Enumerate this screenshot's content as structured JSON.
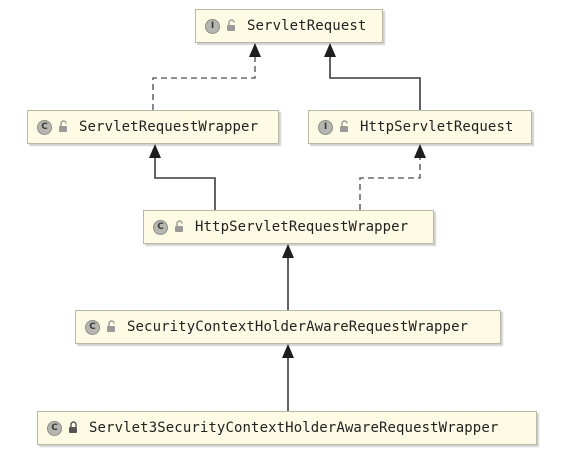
{
  "diagram": {
    "nodes": [
      {
        "id": "servlet-request",
        "kind": "I",
        "visibility": "public",
        "name": "ServletRequest"
      },
      {
        "id": "servlet-request-wrapper",
        "kind": "C",
        "visibility": "public",
        "name": "ServletRequestWrapper"
      },
      {
        "id": "http-servlet-request",
        "kind": "I",
        "visibility": "public",
        "name": "HttpServletRequest"
      },
      {
        "id": "http-servlet-request-wrapper",
        "kind": "C",
        "visibility": "public",
        "name": "HttpServletRequestWrapper"
      },
      {
        "id": "security-context-holder-aware-request-wrapper",
        "kind": "C",
        "visibility": "public",
        "name": "SecurityContextHolderAwareRequestWrapper"
      },
      {
        "id": "servlet3-security-context-holder-aware-request-wrapper",
        "kind": "C",
        "visibility": "package-private",
        "name": "Servlet3SecurityContextHolderAwareRequestWrapper"
      }
    ],
    "edges": [
      {
        "from": "servlet-request-wrapper",
        "to": "servlet-request",
        "type": "implements"
      },
      {
        "from": "http-servlet-request",
        "to": "servlet-request",
        "type": "extends"
      },
      {
        "from": "http-servlet-request-wrapper",
        "to": "servlet-request-wrapper",
        "type": "extends"
      },
      {
        "from": "http-servlet-request-wrapper",
        "to": "http-servlet-request",
        "type": "implements"
      },
      {
        "from": "security-context-holder-aware-request-wrapper",
        "to": "http-servlet-request-wrapper",
        "type": "extends"
      },
      {
        "from": "servlet3-security-context-holder-aware-request-wrapper",
        "to": "security-context-holder-aware-request-wrapper",
        "type": "extends"
      }
    ],
    "colors": {
      "node_fill": "#fdfbe4",
      "node_border": "#b9b8a4",
      "edge": "#3c3c3c",
      "implements_edge": "#6b6b6b",
      "badge": "#b6b6b0",
      "public_lock": "#9a9a9a",
      "private_lock": "#555555"
    }
  }
}
